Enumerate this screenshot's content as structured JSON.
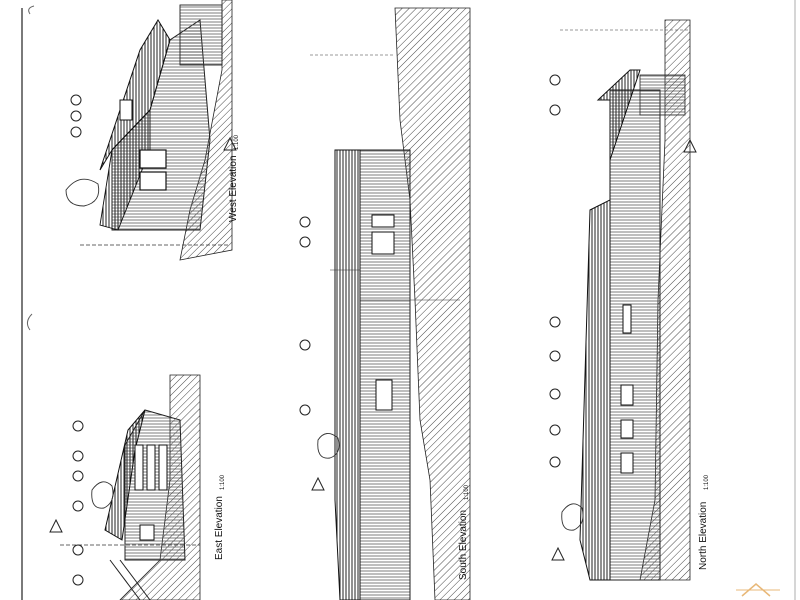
{
  "sheet": {
    "drawings": [
      {
        "id": "west",
        "title": "West Elevation",
        "scale": "1:100"
      },
      {
        "id": "south",
        "title": "South Elevation",
        "scale": "1:100"
      },
      {
        "id": "east",
        "title": "East Elevation",
        "scale": "1:100"
      },
      {
        "id": "north",
        "title": "North Elevation",
        "scale": "1:100"
      }
    ]
  },
  "colors": {
    "ink": "#1a1a1a",
    "paper": "#ffffff",
    "stamp": "#e8b878"
  }
}
